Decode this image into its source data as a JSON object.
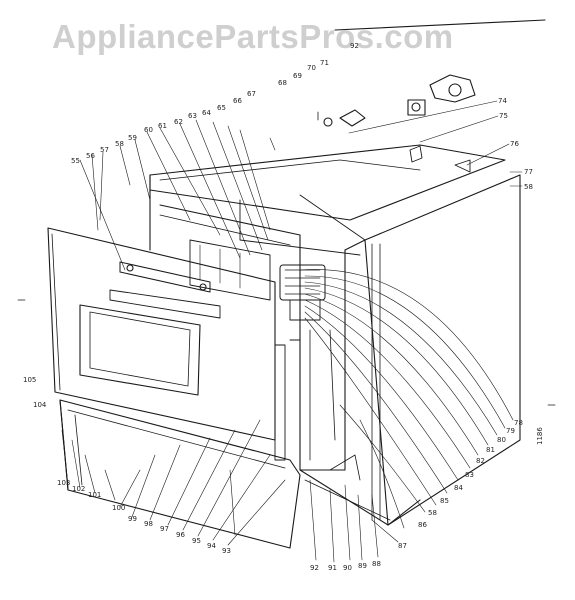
{
  "watermark": "AppliancePartsPros.com",
  "side_code": "1186",
  "callouts": [
    "92",
    "71",
    "70",
    "69",
    "68",
    "67",
    "66",
    "65",
    "64",
    "63",
    "62",
    "61",
    "60",
    "59",
    "58",
    "57",
    "56",
    "55",
    "74",
    "75",
    "76",
    "77",
    "58",
    "78",
    "79",
    "80",
    "81",
    "82",
    "83",
    "84",
    "85",
    "58",
    "86",
    "87",
    "88",
    "89",
    "90",
    "91",
    "92",
    "93",
    "94",
    "95",
    "96",
    "97",
    "98",
    "99",
    "100",
    "101",
    "102",
    "103",
    "104",
    "105"
  ]
}
